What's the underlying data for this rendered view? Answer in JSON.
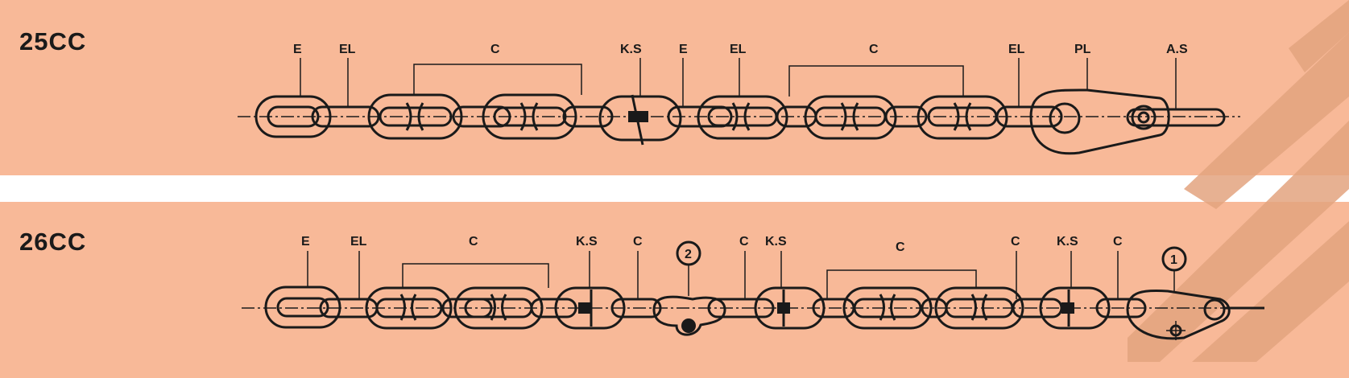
{
  "diagrams": [
    {
      "id": "25CC",
      "title": "25CC",
      "labels": [
        "E",
        "EL",
        "C",
        "K.S",
        "E",
        "EL",
        "C",
        "EL",
        "PL",
        "A.S"
      ]
    },
    {
      "id": "26CC",
      "title": "26CC",
      "labels": [
        "E",
        "EL",
        "C",
        "K.S",
        "C",
        "2",
        "C",
        "K.S",
        "C",
        "C",
        "K.S",
        "C",
        "1"
      ]
    }
  ],
  "colors": {
    "panel": "#f8b998",
    "ink": "#1a1a1a",
    "watermark": "#e3a47f"
  }
}
